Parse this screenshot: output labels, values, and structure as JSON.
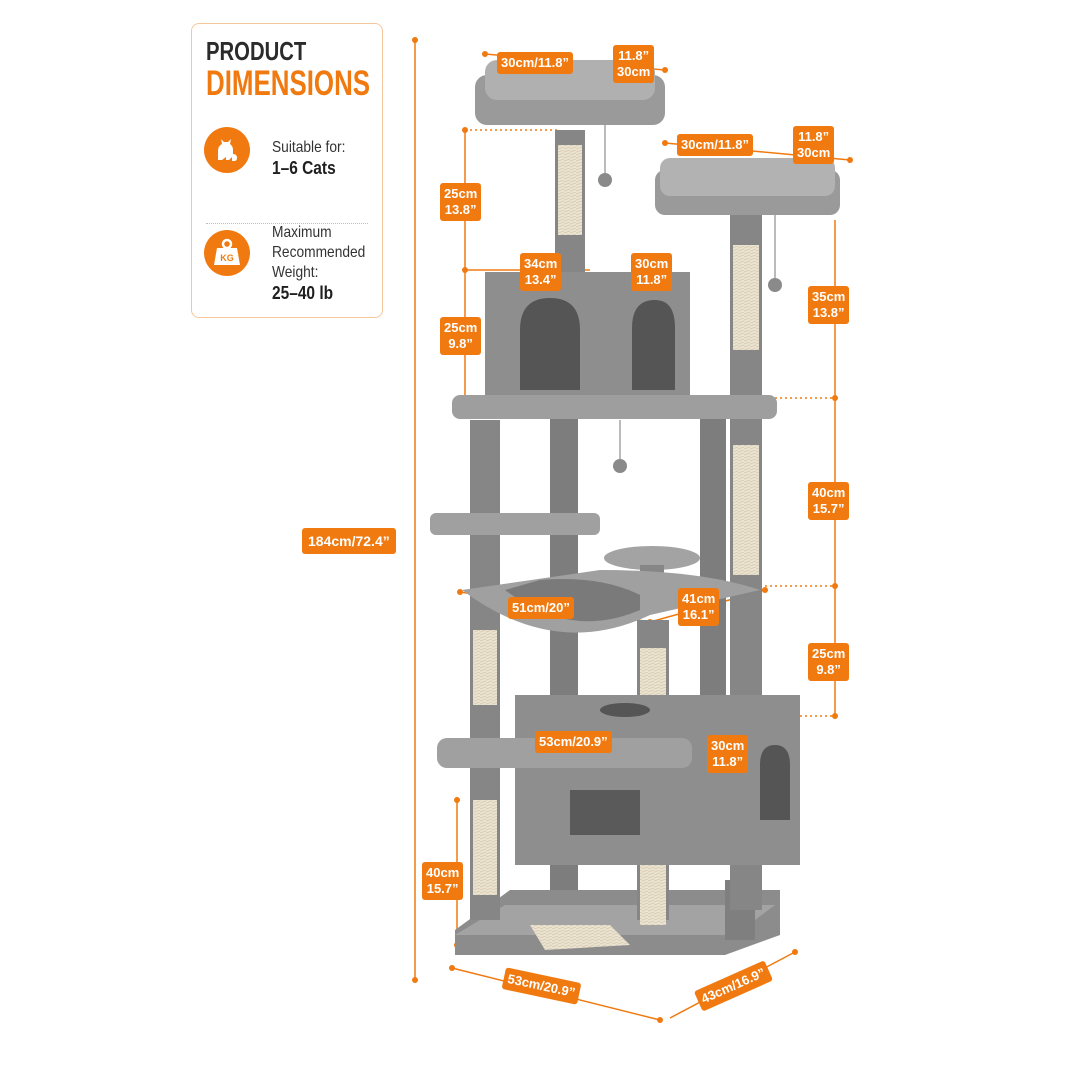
{
  "card": {
    "title_line1": "PRODUCT",
    "title_line2": "DIMENSIONS",
    "cats_label": "Suitable for:",
    "cats_value": "1–6 Cats",
    "weight_label_line1": "Maximum",
    "weight_label_line2": "Recommended",
    "weight_label_line3": "Weight:",
    "weight_value": "25–40 lb",
    "weight_icon_text": "KG"
  },
  "dimensions": {
    "top_perch_width": "30cm/11.8”",
    "top_perch_depth_in": "11.8”",
    "top_perch_depth_cm": "30cm",
    "side_perch_width": "30cm/11.8”",
    "side_perch_depth_in": "11.8”",
    "side_perch_depth_cm": "30cm",
    "top_post_cm": "25cm",
    "top_post_in": "13.8”",
    "condo_width_cm": "34cm",
    "condo_width_in": "13.4”",
    "condo_depth_cm": "30cm",
    "condo_depth_in": "11.8”",
    "condo_height_cm": "25cm",
    "condo_height_in": "9.8”",
    "side_post_cm": "35cm",
    "side_post_in": "13.8”",
    "total_height": "184cm/72.4”",
    "mid_section_cm": "40cm",
    "mid_section_in": "15.7”",
    "hammock_width": "51cm/20”",
    "hammock_depth_cm": "41cm",
    "hammock_depth_in": "16.1”",
    "lower_section_cm": "25cm",
    "lower_section_in": "9.8”",
    "lower_platform_width": "53cm/20.9”",
    "lower_condo_depth_cm": "30cm",
    "lower_condo_depth_in": "11.8”",
    "bottom_post_cm": "40cm",
    "bottom_post_in": "15.7”",
    "base_width": "53cm/20.9”",
    "base_depth": "43cm/16.9”"
  },
  "colors": {
    "accent": "#f07a10",
    "plush": "#8f8f8f",
    "sisal": "#ece4d2"
  },
  "icons": [
    "cat-icon",
    "weight-icon"
  ]
}
